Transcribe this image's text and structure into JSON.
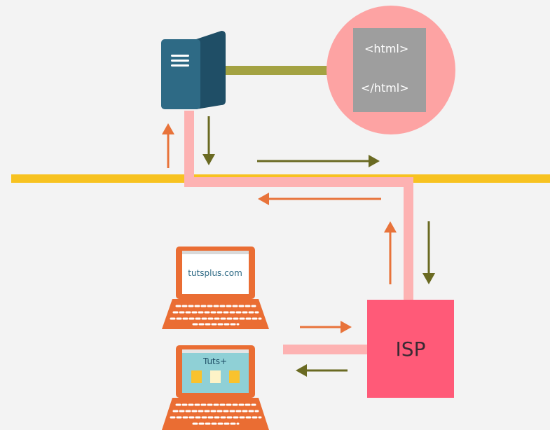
{
  "html_document": {
    "open_tag": "<html>",
    "close_tag": "</html>"
  },
  "laptop_top": {
    "url_text": "tutsplus.com"
  },
  "laptop_bottom": {
    "site_title": "Tuts+"
  },
  "isp": {
    "label": "ISP"
  },
  "colors": {
    "background": "#f3f3f3",
    "internet_line": "#f7c220",
    "connection_pipe": "#fdb2b2",
    "server_front": "#2e6a85",
    "server_dark": "#1f4e66",
    "html_circle": "#fda3a3",
    "html_page": "#9e9e9e",
    "olive_link": "#a3a242",
    "request_arrow": "#e8733a",
    "response_arrow": "#6a6a22",
    "isp_box": "#ff5a78",
    "laptop_body": "#ea6d33",
    "laptop_screen_top": "#ffffff",
    "laptop_screen_bottom": "#8fd0d6",
    "site_tile_yellow": "#f9c22d",
    "site_tile_cream": "#fdf3c7"
  },
  "icons": [
    "server-icon",
    "laptop-icon",
    "arrow-icon"
  ]
}
